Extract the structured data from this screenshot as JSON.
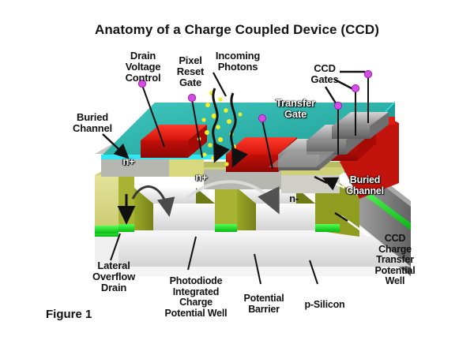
{
  "figure": {
    "title": "Anatomy of a Charge Coupled Device (CCD)",
    "caption": "Figure 1",
    "background": "#ffffff"
  },
  "colors": {
    "surface_teal": "#2fb3ab",
    "gate_red": "#e01b12",
    "gate_gray": "#9a9a9a",
    "buried_channel_cyan": "#31e3f0",
    "silicon_gray": "#8d8d8d",
    "well_yellow": "#d9d982",
    "well_olive": "#8f9c1f",
    "green_layer": "#14e024",
    "pin_magenta": "#cc44dd",
    "photon_yellow": "#f2ee28",
    "region_gray": "#b2b2ae",
    "label_text": "#111111",
    "white_label_text": "#ffffff"
  },
  "labels": {
    "drain_voltage_control": "Drain\nVoltage\nControl",
    "pixel_reset_gate": "Pixel\nReset\nGate",
    "incoming_photons": "Incoming\nPhotons",
    "ccd_gates": "CCD\nGates",
    "buried_channel_left": "Buried\nChannel",
    "transfer_gate": "Transfer\nGate",
    "buried_channel_right": "Buried\nChannel",
    "ccd_charge_transfer_potential_well": "CCD\nCharge\nTransfer\nPotential\nWell",
    "lateral_overflow_drain": "Lateral\nOverflow\nDrain",
    "photodiode_well": "Photodiode\nIntegrated\nCharge\nPotential Well",
    "potential_barrier": "Potential\nBarrier",
    "p_silicon": "p-Silicon",
    "n_plus_left": "n+",
    "n_plus_center": "n+",
    "n_minus_right": "n-"
  }
}
